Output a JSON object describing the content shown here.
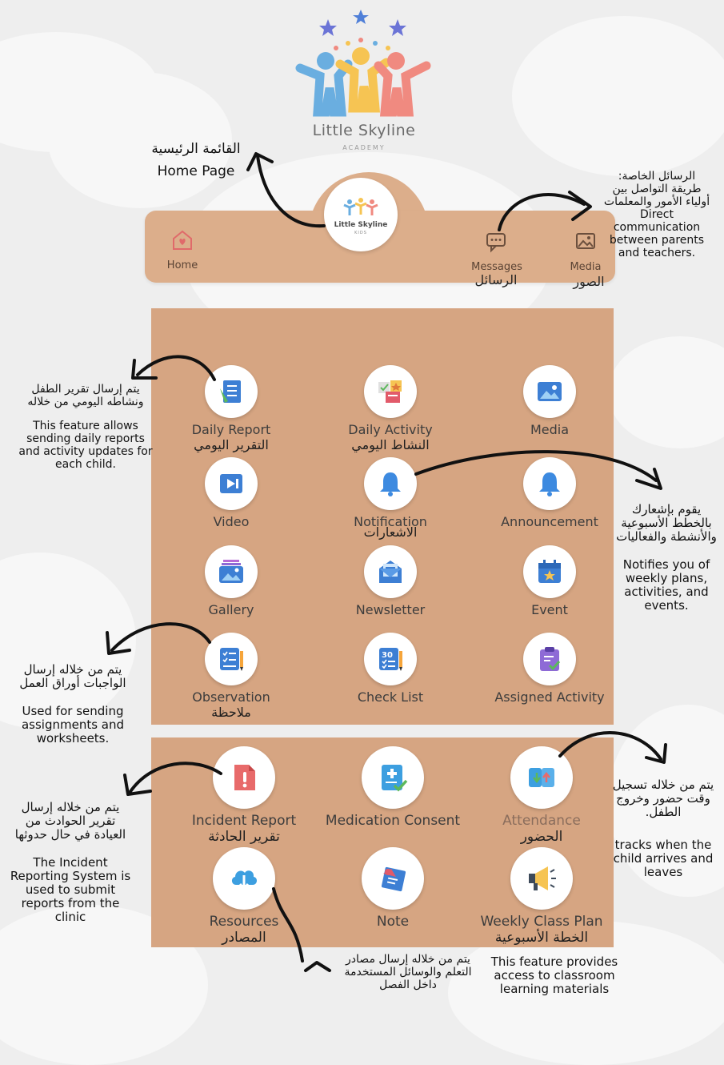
{
  "logo": {
    "name": "Little Skyline",
    "sub": "ACADEMY"
  },
  "home_page_note": {
    "ar": "القائمة الرئيسية",
    "en": "Home Page"
  },
  "nav": {
    "logo_name": "Little Skyline",
    "logo_sub": "KIDS",
    "home": "Home",
    "messages": "Messages",
    "messages_ar": "الرسائل",
    "media": "Media",
    "media_ar": "الصور"
  },
  "messages_note": {
    "ar_title": "الرسائل الخاصة:",
    "ar_body": "طريقة التواصل بين أولياء الأمور والمعلمات",
    "en": "Direct communication between parents and teachers."
  },
  "grid": [
    {
      "label": "Daily Report",
      "ar": "التقرير اليومي",
      "icon": "daily-report-icon"
    },
    {
      "label": "Daily Activity",
      "ar": "النشاط اليومي",
      "icon": "daily-activity-icon"
    },
    {
      "label": "Media",
      "ar": "",
      "icon": "media-icon"
    },
    {
      "label": "Video",
      "ar": "",
      "icon": "video-icon"
    },
    {
      "label": "Notification",
      "ar": "الاشعارات",
      "icon": "bell-icon"
    },
    {
      "label": "Announcement",
      "ar": "",
      "icon": "bell-icon"
    },
    {
      "label": "Gallery",
      "ar": "",
      "icon": "gallery-icon"
    },
    {
      "label": "Newsletter",
      "ar": "",
      "icon": "newsletter-icon"
    },
    {
      "label": "Event",
      "ar": "",
      "icon": "calendar-star-icon"
    },
    {
      "label": "Observation",
      "ar": "ملاحظة",
      "icon": "observation-icon"
    },
    {
      "label": "Check List",
      "ar": "",
      "icon": "check-list-icon"
    },
    {
      "label": "Assigned Activity",
      "ar": "",
      "icon": "clipboard-icon"
    }
  ],
  "grid2": [
    {
      "label": "Incident Report",
      "ar": "تقرير الحادثة",
      "icon": "incident-icon"
    },
    {
      "label": "Medication Consent",
      "ar": "",
      "icon": "medication-icon"
    },
    {
      "label": "Attendance",
      "ar": "الحضور",
      "icon": "attendance-icon"
    },
    {
      "label": "Resources",
      "ar": "المصادر",
      "icon": "cloud-download-icon"
    },
    {
      "label": "Note",
      "ar": "",
      "icon": "note-icon"
    },
    {
      "label": "Weekly Class Plan",
      "ar": "الخطة الأسبوعية",
      "icon": "megaphone-icon"
    }
  ],
  "notes": {
    "daily_report": {
      "ar": "يتم إرسال تقرير الطفل ونشاطه اليومي من خلاله",
      "en": "This feature allows sending daily reports and activity updates for each child."
    },
    "notification": {
      "ar": "يقوم بإشعارك بالخطط الأسبوعية والأنشطة والفعاليات",
      "en": "Notifies you of weekly plans, activities, and events."
    },
    "observation": {
      "ar": "يتم من خلاله إرسال الواجبات أوراق العمل",
      "en": "Used for sending assignments and worksheets."
    },
    "incident": {
      "ar": "يتم من خلاله إرسال تقرير الحوادث من العيادة في حال حدوثها",
      "en": "The Incident Reporting System is used to submit reports from the clinic"
    },
    "attendance": {
      "ar": "يتم من خلاله تسجيل وقت حضور وخروج الطفل.",
      "en": "tracks when the child arrives and leaves"
    },
    "resources": {
      "ar": "يتم من خلاله إرسال مصادر التعلم والوسائل المستخدمة داخل الفصل"
    },
    "weekly_plan": {
      "en": "This feature provides access to classroom learning materials"
    }
  }
}
